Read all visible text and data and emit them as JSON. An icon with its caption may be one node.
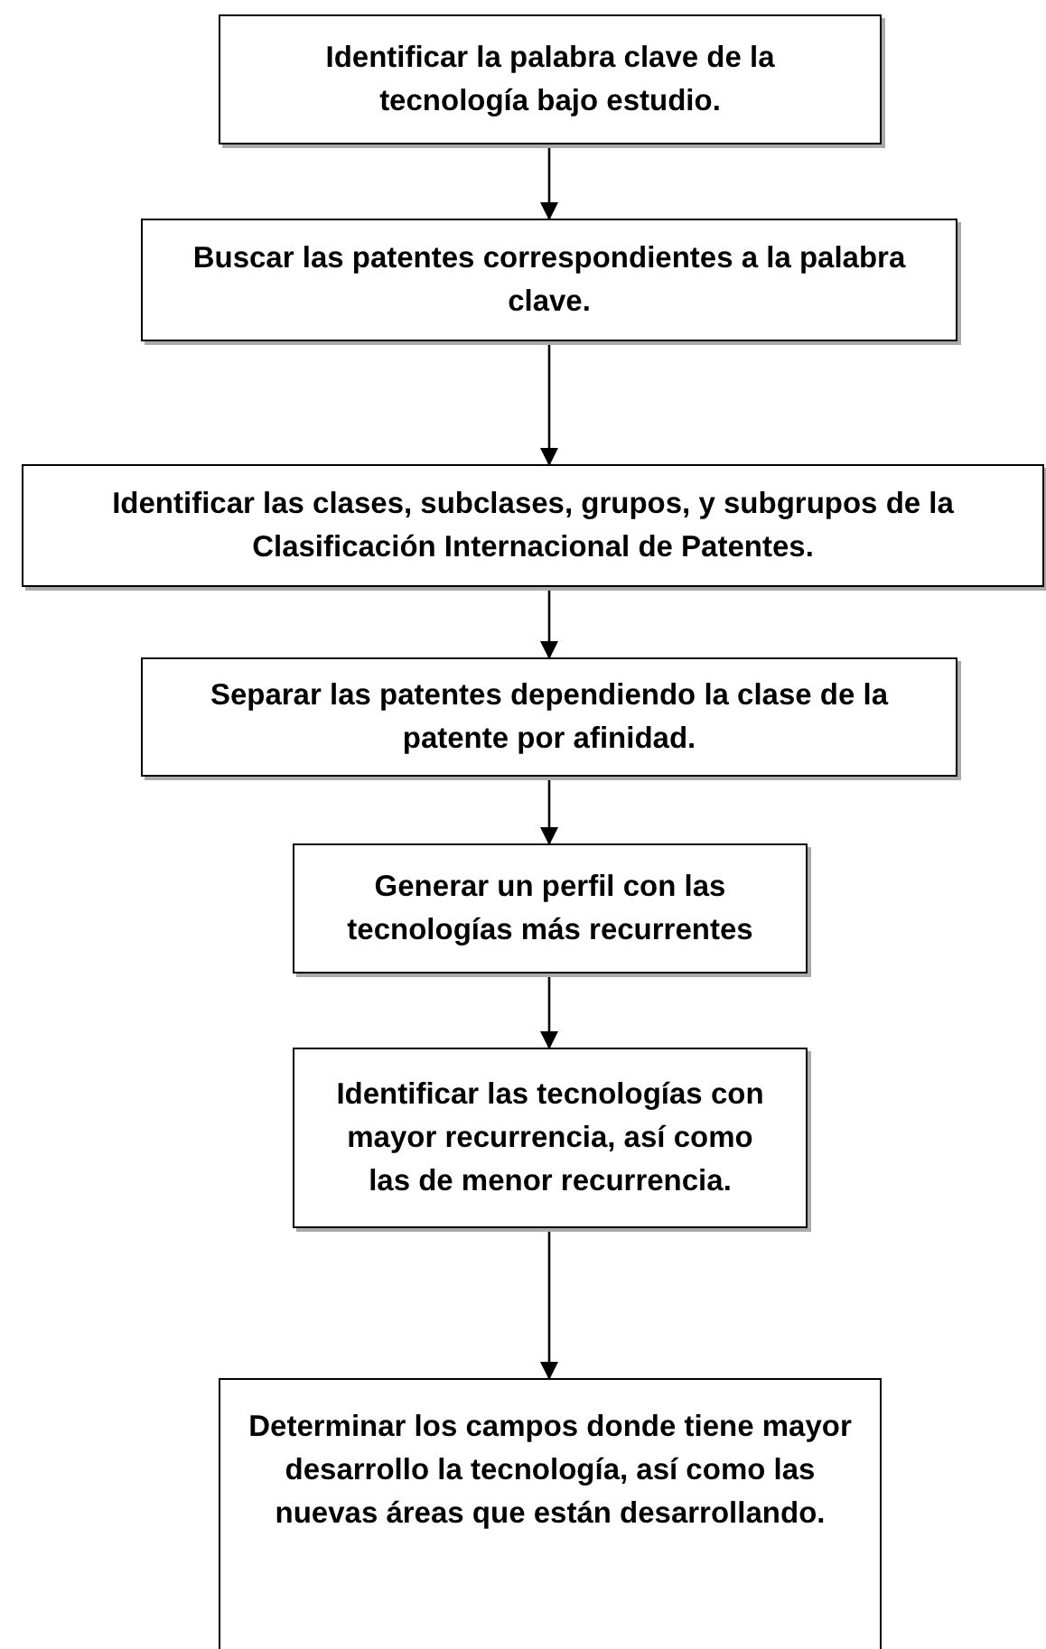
{
  "diagram": {
    "nodes": [
      {
        "text": [
          "Identificar la palabra clave de la tecnología bajo estudio."
        ]
      },
      {
        "text": [
          "Buscar las patentes correspondientes a la palabra clave."
        ]
      },
      {
        "text": [
          "Identificar  las clases, subclases, grupos, y subgrupos de la Clasificación Internacional de Patentes."
        ]
      },
      {
        "text": [
          "Separar las patentes dependiendo la clase de la patente por  afinidad."
        ]
      },
      {
        "text": [
          "Generar un perfil con las tecnologías más recurrentes"
        ]
      },
      {
        "text": [
          "Identificar las tecnologías con mayor recurrencia, así como las de menor recurrencia."
        ]
      },
      {
        "text": [
          "Determinar los campos donde tiene mayor desarrollo la tecnología, así como las nuevas áreas que están desarrollando."
        ]
      }
    ],
    "edges": [
      {
        "from": 0,
        "to": 1,
        "arrow": "to"
      },
      {
        "from": 1,
        "to": 2,
        "arrow": "to"
      },
      {
        "from": 2,
        "to": 3,
        "arrow": "to"
      },
      {
        "from": 3,
        "to": 4,
        "arrow": "to"
      },
      {
        "from": 4,
        "to": 5,
        "arrow": "to"
      },
      {
        "from": 5,
        "to": 6,
        "arrow": "to"
      }
    ]
  }
}
